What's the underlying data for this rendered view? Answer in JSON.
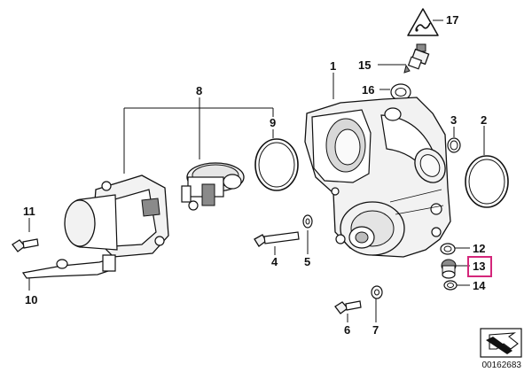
{
  "callouts": [
    "1",
    "2",
    "3",
    "4",
    "5",
    "6",
    "7",
    "8",
    "9",
    "10",
    "11",
    "12",
    "13",
    "14",
    "15",
    "16",
    "17"
  ],
  "highlighted": "13",
  "highlight_color": "#d4267a",
  "diagram_ref": "00162683"
}
